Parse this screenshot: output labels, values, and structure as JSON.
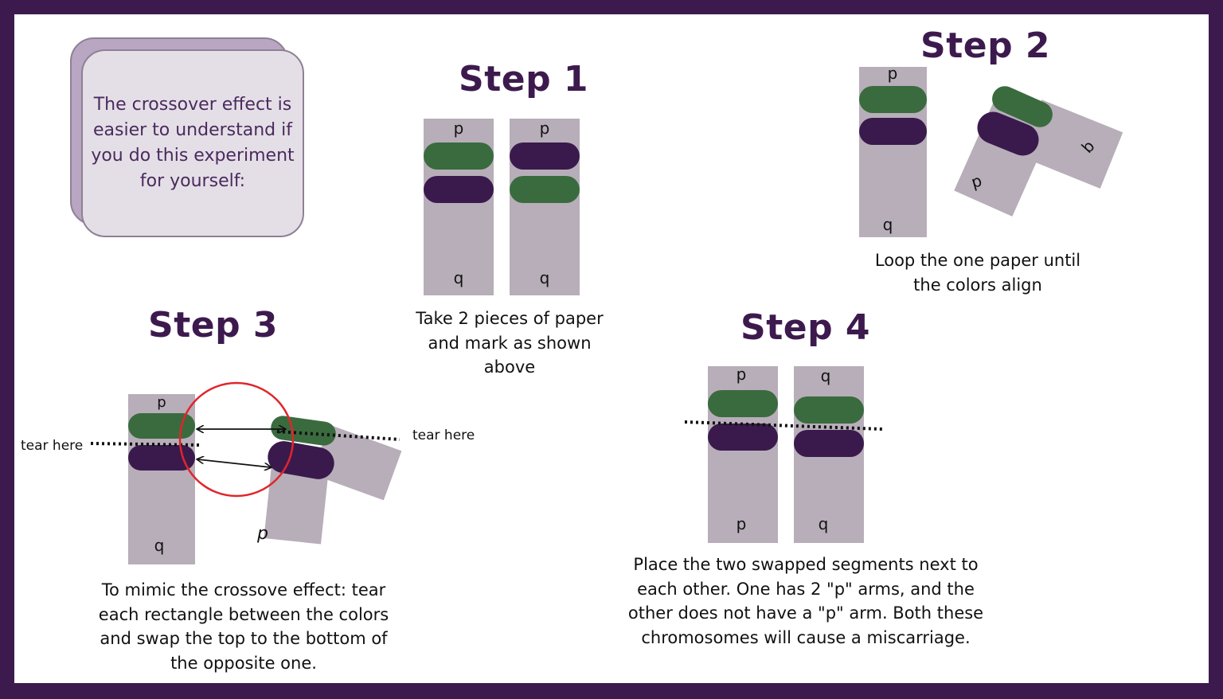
{
  "intro": {
    "text": "The crossover effect is easier to understand if  you do this experiment for yourself:"
  },
  "step1": {
    "title": "Step 1",
    "caption": "Take 2 pieces of paper and mark as shown above",
    "strip_top_label": "p",
    "strip_bottom_label": "q"
  },
  "step2": {
    "title": "Step 2",
    "caption": "Loop the one paper until the colors align",
    "strip_top_label": "p",
    "strip_bottom_label": "q",
    "looped_p": "p",
    "looped_q": "q"
  },
  "step3": {
    "title": "Step 3",
    "tear_left": "tear here",
    "tear_right": "tear here",
    "strip_top_label": "p",
    "strip_bottom_label": "q",
    "looped_p": "p",
    "caption": "To mimic the crossove effect: tear each rectangle between the colors and swap the top to the bottom of the opposite one."
  },
  "step4": {
    "title": "Step 4",
    "left_top": "p",
    "left_bottom": "p",
    "right_top": "q",
    "right_bottom": "q",
    "caption": "Place the two swapped segments next to each other. One has 2 \"p\" arms, and the other does not have a \"p\" arm.  Both these chromosomes will cause a miscarriage."
  },
  "colors": {
    "frame": "#3d1a4e",
    "paper": "#b7aeb9",
    "green_band": "#3a6b3e",
    "purple_band": "#3a1a4c",
    "heading": "#3d1a4e",
    "highlight_circle": "#e0252b"
  }
}
